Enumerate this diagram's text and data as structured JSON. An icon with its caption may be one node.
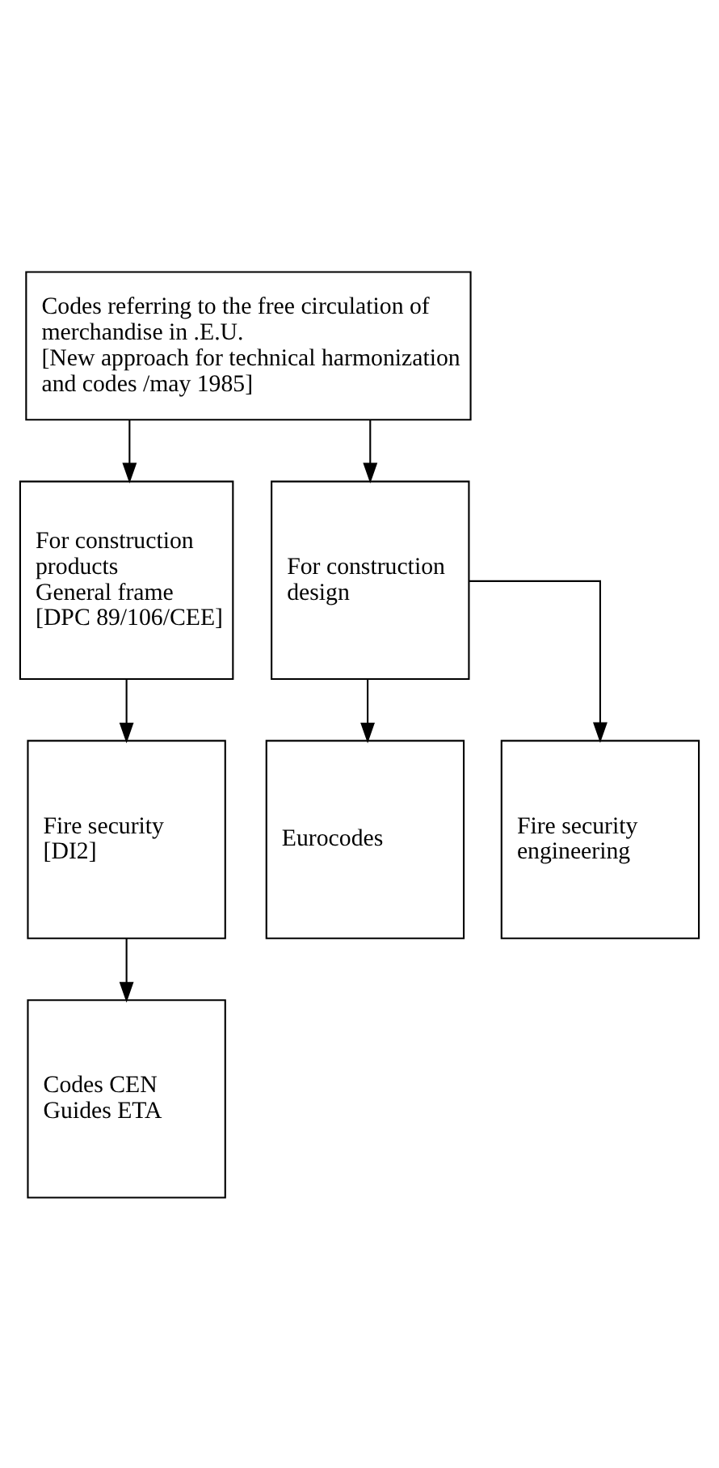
{
  "diagram": {
    "nodes": [
      {
        "text": [
          "Codes referring to the free circulation of merchandise in .E.U.",
          "[New approach for technical harmonization and codes /may 1985]"
        ]
      },
      {
        "text": [
          "For construction products",
          "General frame",
          "[DPC 89/106/CEE]"
        ]
      },
      {
        "text": [
          "For construction design"
        ]
      },
      {
        "text": [
          "Fire security",
          "[DI2]"
        ]
      },
      {
        "text": [
          "Eurocodes"
        ]
      },
      {
        "text": [
          "Codes CEN",
          "Guides ETA"
        ]
      },
      {
        "text": [
          "Fire security engineering"
        ]
      }
    ],
    "edges": [
      {
        "from": 0,
        "to": 1,
        "arrow": "to"
      },
      {
        "from": 0,
        "to": 2,
        "arrow": "to"
      },
      {
        "from": 1,
        "to": 3,
        "arrow": "to"
      },
      {
        "from": 2,
        "to": 4,
        "arrow": "to"
      },
      {
        "from": 2,
        "to": 6,
        "arrow": "to"
      },
      {
        "from": 3,
        "to": 5,
        "arrow": "to"
      }
    ]
  }
}
